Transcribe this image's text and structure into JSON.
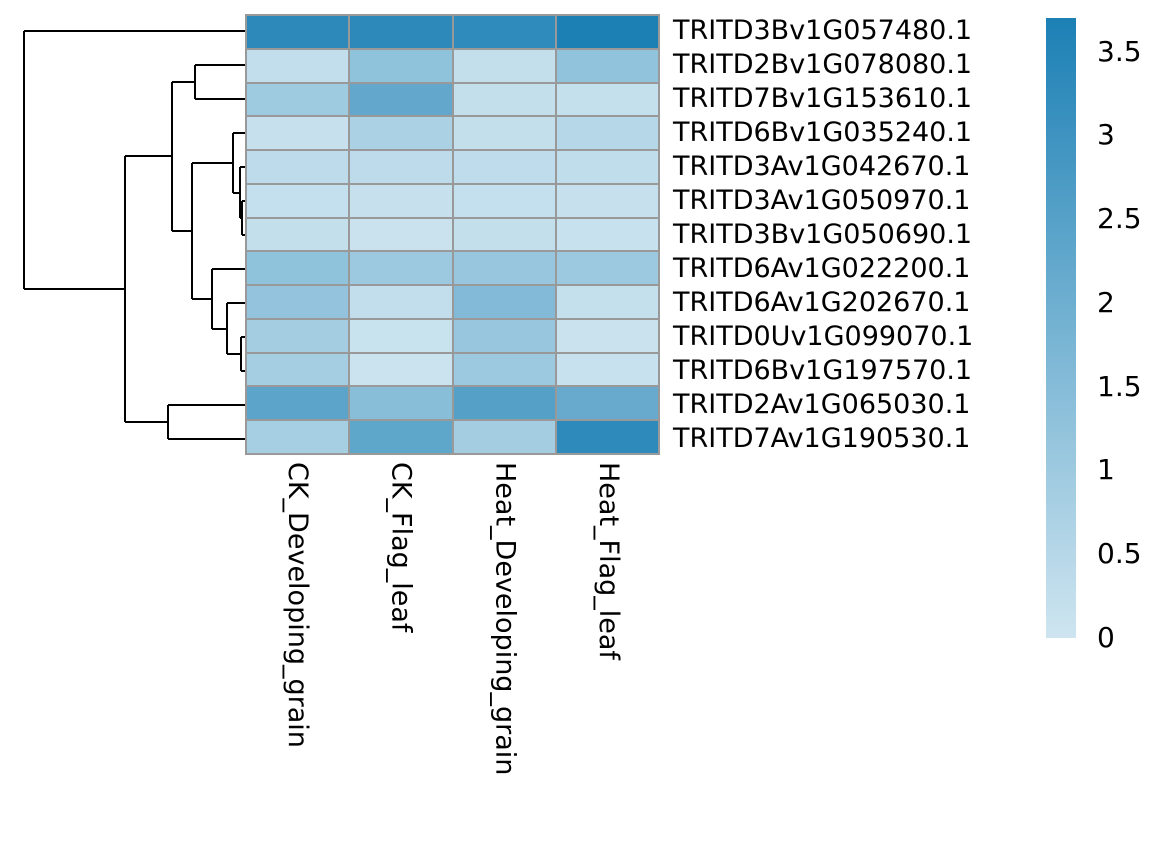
{
  "chart_data": {
    "type": "heatmap",
    "title": "",
    "columns": [
      "CK_Developing_grain",
      "CK_Flag_leaf",
      "Heat_Developing_grain",
      "Heat_Flag_leaf"
    ],
    "rows": [
      "TRITD3Bv1G057480.1",
      "TRITD2Bv1G078080.1",
      "TRITD7Bv1G153610.1",
      "TRITD6Bv1G035240.1",
      "TRITD3Av1G042670.1",
      "TRITD3Av1G050970.1",
      "TRITD3Bv1G050690.1",
      "TRITD6Av1G022200.1",
      "TRITD6Av1G202670.1",
      "TRITD0Uv1G099070.1",
      "TRITD6Bv1G197570.1",
      "TRITD2Av1G065030.1",
      "TRITD7Av1G190530.1"
    ],
    "values": [
      [
        3.37,
        3.37,
        3.31,
        3.7
      ],
      [
        0.25,
        1.3,
        0.22,
        1.26
      ],
      [
        0.97,
        2.23,
        0.22,
        0.19
      ],
      [
        0.17,
        0.74,
        0.23,
        0.52
      ],
      [
        0.35,
        0.35,
        0.33,
        0.31
      ],
      [
        0.21,
        0.17,
        0.21,
        0.17
      ],
      [
        0.23,
        0.1,
        0.23,
        0.15
      ],
      [
        1.3,
        1.03,
        1.14,
        1.03
      ],
      [
        1.21,
        0.25,
        1.57,
        0.19
      ],
      [
        0.88,
        0.12,
        1.14,
        0.1
      ],
      [
        0.85,
        0.06,
        1.03,
        0.15
      ],
      [
        2.38,
        1.44,
        2.54,
        2.15
      ],
      [
        0.81,
        2.3,
        0.88,
        3.33
      ]
    ],
    "colormap": {
      "min_color": "#cee5f0",
      "max_color": "#1c80b5",
      "vmin": 0,
      "vmax": 3.7
    },
    "grid_color": "#999999",
    "legend": {
      "position": "right",
      "tick_labels": [
        "3.5",
        "3",
        "2.5",
        "2",
        "1.5",
        "1",
        "0.5",
        "0"
      ],
      "ticks": [
        3.5,
        3,
        2.5,
        2,
        1.5,
        1,
        0.5,
        0
      ]
    },
    "row_dendrogram": {
      "line_color": "#000000",
      "segments": [
        [
          24,
          31,
          245,
          31
        ],
        [
          24,
          31,
          24,
          289
        ],
        [
          24,
          289,
          125,
          289
        ],
        [
          125,
          156,
          125,
          422
        ],
        [
          125,
          156,
          172,
          156
        ],
        [
          125,
          422,
          168,
          422
        ],
        [
          168,
          405,
          168,
          439
        ],
        [
          168,
          405,
          245,
          405
        ],
        [
          168,
          439,
          245,
          439
        ],
        [
          172,
          82,
          172,
          231
        ],
        [
          172,
          82,
          195,
          82
        ],
        [
          195,
          65,
          195,
          99
        ],
        [
          195,
          65,
          245,
          65
        ],
        [
          195,
          99,
          245,
          99
        ],
        [
          172,
          231,
          192,
          231
        ],
        [
          192,
          163,
          192,
          299
        ],
        [
          192,
          163,
          233,
          163
        ],
        [
          233,
          133,
          233,
          193
        ],
        [
          233,
          133,
          245,
          133
        ],
        [
          233,
          193,
          240,
          193
        ],
        [
          240,
          167,
          240,
          218
        ],
        [
          240,
          167,
          245,
          167
        ],
        [
          240,
          218,
          242,
          218
        ],
        [
          242,
          201,
          242,
          235
        ],
        [
          242,
          201,
          245,
          201
        ],
        [
          242,
          235,
          245,
          235
        ],
        [
          192,
          299,
          212,
          299
        ],
        [
          212,
          269,
          212,
          329
        ],
        [
          212,
          269,
          245,
          269
        ],
        [
          212,
          329,
          227,
          329
        ],
        [
          227,
          303,
          227,
          354
        ],
        [
          227,
          303,
          245,
          303
        ],
        [
          227,
          354,
          241,
          354
        ],
        [
          241,
          337,
          241,
          371
        ],
        [
          241,
          337,
          245,
          337
        ],
        [
          241,
          371,
          245,
          371
        ]
      ]
    }
  }
}
